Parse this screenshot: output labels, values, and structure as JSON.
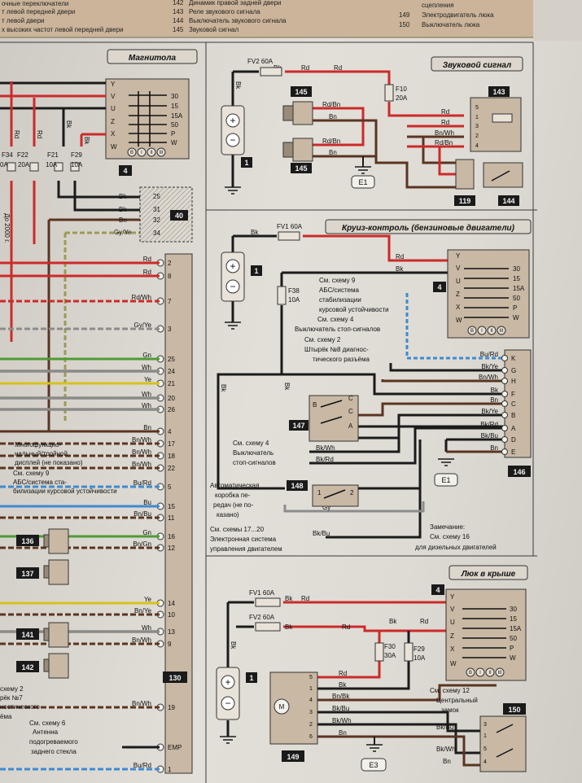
{
  "legend": {
    "left": [
      "очные переключатели",
      "т левой передней двери",
      "т левой двери",
      "х высоких частот левой передней двери"
    ],
    "mid": [
      {
        "num": "142",
        "text": "Динамик правой задней двери"
      },
      {
        "num": "143",
        "text": "Реле звукового сигнала"
      },
      {
        "num": "144",
        "text": "Выключатель звукового сигнала"
      },
      {
        "num": "145",
        "text": "Звуковой сигнал"
      }
    ],
    "right": [
      {
        "num": "",
        "text": "сцепления"
      },
      {
        "num": "149",
        "text": "Электродвигатель люка"
      },
      {
        "num": "150",
        "text": "Выключатель люка"
      }
    ]
  },
  "panels": {
    "radio": {
      "title": "Магнитола",
      "switch_pins": [
        "Y",
        "V",
        "U",
        "Z",
        "X",
        "W"
      ],
      "switch_right": [
        "30",
        "15",
        "15A",
        "50",
        "P",
        "W"
      ],
      "switch_id": "4",
      "switch_positions": [
        "B",
        "I",
        "II",
        "III"
      ],
      "fuses": [
        "F34",
        "F22",
        "F21",
        "F29"
      ],
      "fuse_ratings": [
        "0A",
        "20A",
        "10A",
        "10A"
      ],
      "vertical_wires": [
        "Rd",
        "Rd",
        "Bk",
        "Bk"
      ],
      "connector40": {
        "id": "40",
        "wires": [
          "Bk",
          "Bk",
          "Bn",
          "Gy/Ye"
        ],
        "pins": [
          "25",
          "31",
          "32",
          "34"
        ]
      },
      "side_note": "До 2000 г.",
      "radio_id": "130",
      "pins": [
        {
          "wire": "Rd",
          "pin": "2"
        },
        {
          "wire": "Rd",
          "pin": "8"
        },
        {
          "wire": "Rd/Wh",
          "pin": "7"
        },
        {
          "wire": "Gy/Ye",
          "pin": "3"
        },
        {
          "wire": "Gn",
          "pin": "25"
        },
        {
          "wire": "Wh",
          "pin": "24"
        },
        {
          "wire": "Ye",
          "pin": "21"
        },
        {
          "wire": "Wh",
          "pin": "20"
        },
        {
          "wire": "Wh",
          "pin": "26"
        },
        {
          "wire": "Bn",
          "pin": "4"
        },
        {
          "wire": "Bn/Wh",
          "pin": "17"
        },
        {
          "wire": "Bn/Wh",
          "pin": "18"
        },
        {
          "wire": "Bn/Wh",
          "pin": "22"
        },
        {
          "wire": "Bu/Rd",
          "pin": "5"
        },
        {
          "wire": "Bu",
          "pin": "15"
        },
        {
          "wire": "Bn/Bu",
          "pin": "11"
        },
        {
          "wire": "Gn",
          "pin": "16"
        },
        {
          "wire": "Bn/Gn",
          "pin": "12"
        },
        {
          "wire": "Ye",
          "pin": "14"
        },
        {
          "wire": "Bn/Ye",
          "pin": "10"
        },
        {
          "wire": "Wh",
          "pin": "13"
        },
        {
          "wire": "Bn/Wh",
          "pin": "9"
        },
        {
          "wire": "Bn/Wh",
          "pin": "19"
        },
        {
          "wire": "",
          "pin": "EMP"
        },
        {
          "wire": "Bu/Rd",
          "pin": "1"
        }
      ],
      "display_note": [
        "Многофункцио-",
        "нальный/тройной",
        "дисплей (не показано)"
      ],
      "abs_note": [
        "См. схему 9",
        "АБС/система ста-",
        "билизации курсовой устойчивости"
      ],
      "speakers": [
        "136",
        "137",
        "141",
        "142"
      ],
      "diag_note": [
        "схему 2",
        "рёк №7",
        "ностического",
        "ёма"
      ],
      "antenna_note": [
        "См. схему 6",
        "Антенна",
        "подогреваемого",
        "заднего стекла"
      ]
    },
    "horn": {
      "title": "Звуковой сигнал",
      "fuse_main": "FV2 60A",
      "fuse_f10": "F10",
      "fuse_f10_rating": "20A",
      "battery_id": "1",
      "horn_id": "145",
      "horn_id2": "145",
      "relay_id": "143",
      "switch_ids": [
        "119",
        "144"
      ],
      "ground": "E1",
      "wires": [
        "Bk",
        "Rd",
        "Rd",
        "Bk",
        "Rd/Bn",
        "Bn",
        "Rd/Bn",
        "Bn",
        "Rd",
        "Rd",
        "Bn/Wh",
        "Rd/Bn"
      ],
      "relay_pins": [
        "5",
        "1",
        "3",
        "2",
        "4"
      ]
    },
    "cruise": {
      "title": "Круиз-контроль (бензиновые двигатели)",
      "fuse_main": "FV1 60A",
      "fuse_f38": "F38",
      "fuse_f38_rating": "10A",
      "battery_id": "1",
      "switch_id": "4",
      "module_id": "146",
      "switch147": "147",
      "switch148": "148",
      "ground": "E1",
      "notes": {
        "abs": [
          "См. схему 9",
          "АБС/система",
          "стабилизации",
          "курсовой устойчивости"
        ],
        "stop4": [
          "См. схему 4",
          "Выключатель стоп-сигналов"
        ],
        "diag": [
          "См. схему 2",
          "Штырёк №8 диагнос-",
          "тического разъёма"
        ],
        "stop_b": [
          "См. схему 4",
          "Выключатель",
          "стоп-сигналов"
        ],
        "auto": [
          "Автоматическая",
          "коробка пе-",
          "редач (не по-",
          "казано)"
        ],
        "engine": [
          "См. схемы 17...20",
          "Электронная система",
          "управления двигателем"
        ],
        "remark": [
          "Замечание:",
          "См. схему 16",
          "для дизельных двигателей"
        ]
      },
      "module_pins": [
        {
          "wire": "Bu/Rd",
          "pin": "K"
        },
        {
          "wire": "Bk/Ye",
          "pin": "G"
        },
        {
          "wire": "Bn/Wh",
          "pin": "H"
        },
        {
          "wire": "Bk",
          "pin": "F"
        },
        {
          "wire": "Bn",
          "pin": "C"
        },
        {
          "wire": "Bk/Ye",
          "pin": "B"
        },
        {
          "wire": "Bk/Rd",
          "pin": "A"
        },
        {
          "wire": "Bk/Bu",
          "pin": "D"
        },
        {
          "wire": "Bn",
          "pin": "E"
        }
      ],
      "s147_wires": [
        "Bk/Wh",
        "Bk/Rd"
      ],
      "gy_label": "Gy",
      "engine_wire": "Bk/Bu",
      "top_wires": [
        "Bk",
        "Rd",
        "Bk",
        "Bk",
        "Bk"
      ],
      "s147_pins": [
        "B",
        "C",
        "C",
        "A"
      ],
      "s148_pins": [
        "1",
        "2"
      ]
    },
    "sunroof": {
      "title": "Люк в крыше",
      "fuse_fv1": "FV1 60A",
      "fuse_fv2": "FV2 60A",
      "fuse_f30": "F30",
      "fuse_f30_rating": "30A",
      "fuse_f29": "F29",
      "fuse_f29_rating": "10A",
      "battery_id": "1",
      "switch_id": "4",
      "motor_id": "149",
      "switch_id2": "150",
      "ground": "E3",
      "lock_note": [
        "См. схему 12",
        "Центральный",
        "замок"
      ],
      "motor_pins": [
        "5",
        "1",
        "4",
        "3",
        "2",
        "6"
      ],
      "motor_wires": [
        "Rd",
        "Bk",
        "Bn/Bk",
        "Bk/Bu",
        "Bk/Wh",
        "Bn"
      ],
      "right_wires": [
        "Bk/Bu",
        "Bk/Wh",
        "Bn"
      ],
      "top_wires": [
        "Rd",
        "Bk",
        "Rd",
        "Bk",
        "Rd",
        "Bk",
        "Bk"
      ],
      "switch150_pins": [
        "3",
        "1",
        "5",
        "4"
      ]
    }
  },
  "colors": {
    "Rd": "#cc2a2a",
    "Bk": "#1b1b1b",
    "Bn": "#5a3522",
    "Ye": "#d8c21a",
    "Gn": "#4f9b36",
    "Wh": "#f4f4f0",
    "Bu": "#3f8ad1",
    "Gy": "#8c8c8c",
    "frame": "#3a3a3a",
    "component": "#c8b8a4"
  }
}
